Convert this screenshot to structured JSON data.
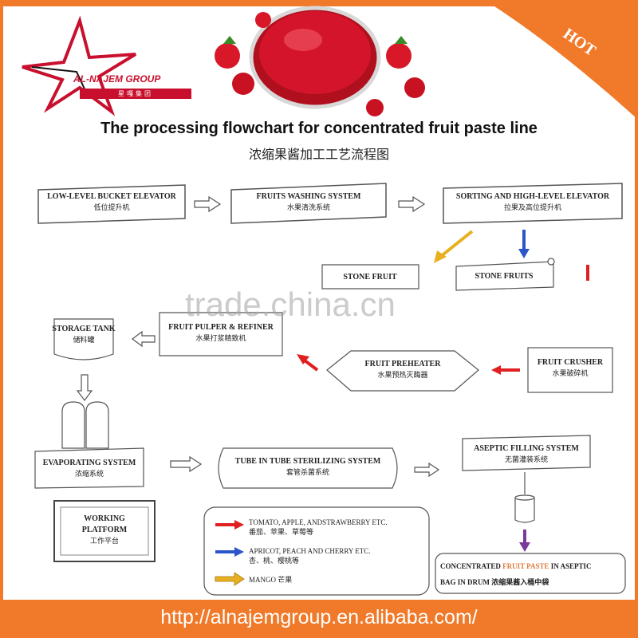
{
  "header": {
    "brand_name": "AL-NAJEM GROUP",
    "brand_name_cn": "星嘎集团",
    "hot_badge": "HOT",
    "title": "The processing flowchart for concentrated fruit paste line",
    "title_cn": "浓缩果酱加工工艺流程图"
  },
  "nodes": {
    "bucket_elevator": {
      "label": "LOW-LEVEL BUCKET ELEVATOR",
      "label_cn": "低位提升机"
    },
    "washing": {
      "label": "FRUITS WASHING SYSTEM",
      "label_cn": "水果清洗系统"
    },
    "sorting": {
      "label": "SORTING AND HIGH-LEVEL ELEVATOR",
      "label_cn": "拉果及高位提升机"
    },
    "stone_fruit_left": {
      "label": "STONE FRUIT"
    },
    "stone_fruits": {
      "label": "STONE FRUITS"
    },
    "storage_tank": {
      "label": "STORAGE TANK",
      "label_cn": "储料罐"
    },
    "pulper": {
      "label": "FRUIT PULPER & REFINER",
      "label_cn": "水果打浆精致机"
    },
    "preheater": {
      "label": "FRUIT PREHEATER",
      "label_cn": "水果预热灭酶器"
    },
    "crusher": {
      "label": "FRUIT CRUSHER",
      "label_cn": "水果破碎机"
    },
    "evaporating": {
      "label": "EVAPORATING SYSTEM",
      "label_cn": "浓缩系统"
    },
    "sterilizing": {
      "label": "TUBE IN TUBE STERILIZING SYSTEM",
      "label_cn": "套管杀菌系统"
    },
    "aseptic_filling": {
      "label": "ASEPTIC FILLING SYSTEM",
      "label_cn": "无菌灌装系统"
    },
    "platform": {
      "label": "WORKING PLATFORM",
      "label_cn": "工作平台"
    },
    "final_product": {
      "label_a": "CONCENTRATED",
      "label_hl": "FRUIT PASTE",
      "label_b": "IN ASEPTIC",
      "label_c": "BAG IN DRUM",
      "label_cn": "浓缩果酱入桶中袋"
    }
  },
  "legend": [
    {
      "color": "#e02020",
      "label": "TOMATO, APPLE, ANDSTRAWBERRY ETC.",
      "label_cn": "番茄、苹果、草莓等"
    },
    {
      "color": "#2b55c8",
      "label": "APRICOT, PEACH AND CHERRY ETC.",
      "label_cn": "杏、桃、樱桃等"
    },
    {
      "color": "#e8b020",
      "label": "MANGO",
      "label_cn": "芒果"
    }
  ],
  "watermark": "trade.china.cn",
  "footer": {
    "url": "http://alnajemgroup.en.alibaba.com/"
  },
  "colors": {
    "accent": "#f07a2a",
    "red_flow": "#e02020",
    "blue_flow": "#2b55c8",
    "yellow_flow": "#e8b020",
    "purple_flow": "#7a3a9a",
    "brand_red": "#c8102e"
  }
}
